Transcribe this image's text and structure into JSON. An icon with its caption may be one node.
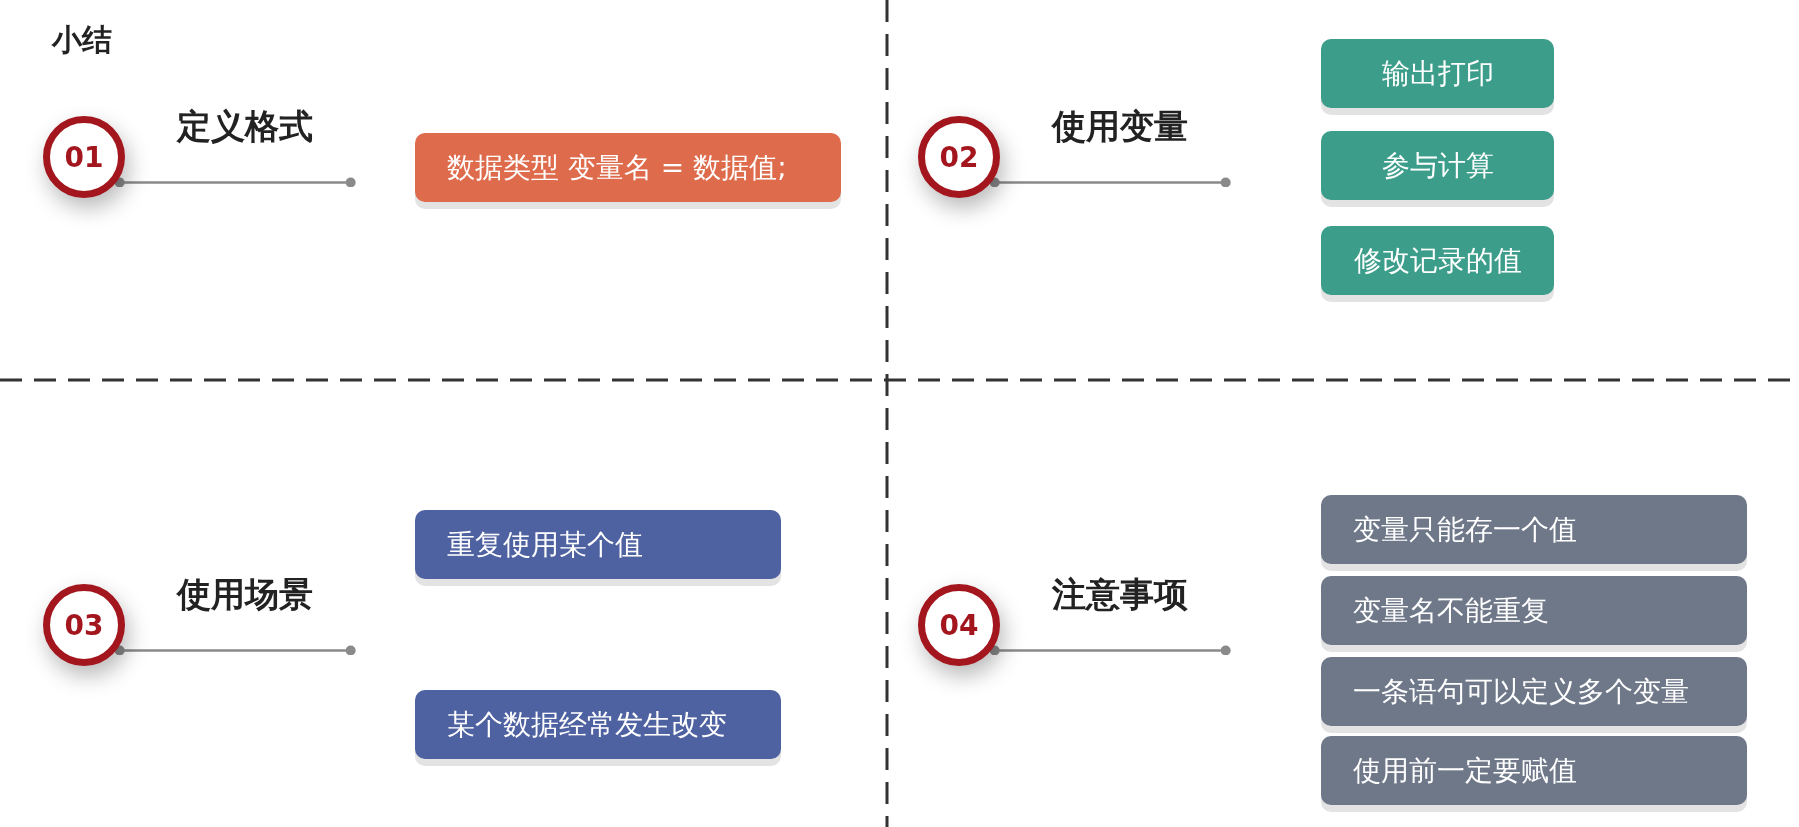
{
  "diagram": {
    "title": "小结",
    "nodes": [
      {
        "text": [
          "01"
        ],
        "beside": [
          "定义格式"
        ]
      },
      {
        "text": [
          "数据类型 变量名 = 数据值;"
        ]
      },
      {
        "text": [
          "02"
        ],
        "beside": [
          "使用变量"
        ]
      },
      {
        "text": [
          "输出打印"
        ]
      },
      {
        "text": [
          "参与计算"
        ]
      },
      {
        "text": [
          "修改记录的值"
        ]
      },
      {
        "text": [
          "03"
        ],
        "beside": [
          "使用场景"
        ]
      },
      {
        "text": [
          "重复使用某个值"
        ]
      },
      {
        "text": [
          "某个数据经常发生改变"
        ]
      },
      {
        "text": [
          "04"
        ],
        "beside": [
          "注意事项"
        ]
      },
      {
        "text": [
          "变量只能存一个值"
        ]
      },
      {
        "text": [
          "变量名不能重复"
        ]
      },
      {
        "text": [
          "一条语句可以定义多个变量"
        ]
      },
      {
        "text": [
          "使用前一定要赋值"
        ]
      }
    ],
    "edges": [
      {
        "from": 0,
        "to": null,
        "arrow": "other"
      },
      {
        "from": 2,
        "to": null,
        "arrow": "other"
      },
      {
        "from": 6,
        "to": null,
        "arrow": "other"
      },
      {
        "from": 9,
        "to": null,
        "arrow": "other"
      }
    ]
  }
}
